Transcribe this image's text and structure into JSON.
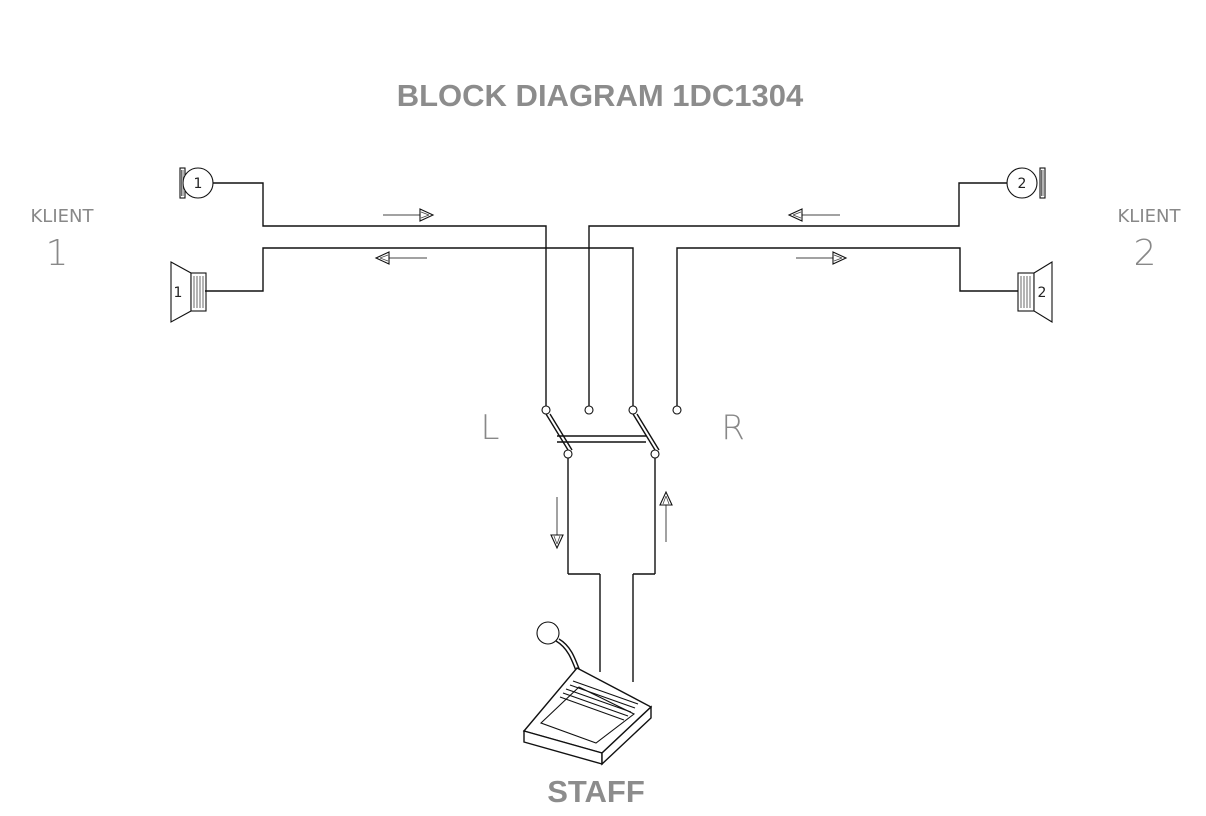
{
  "title": "BLOCK DIAGRAM 1DC1304",
  "client_left": {
    "label": "KLIENT",
    "number": "1",
    "mic_label": "1",
    "speaker_label": "1"
  },
  "client_right": {
    "label": "KLIENT",
    "number": "2",
    "mic_label": "2",
    "speaker_label": "2"
  },
  "switch": {
    "left_label": "L",
    "right_label": "R"
  },
  "staff_label": "STAFF"
}
